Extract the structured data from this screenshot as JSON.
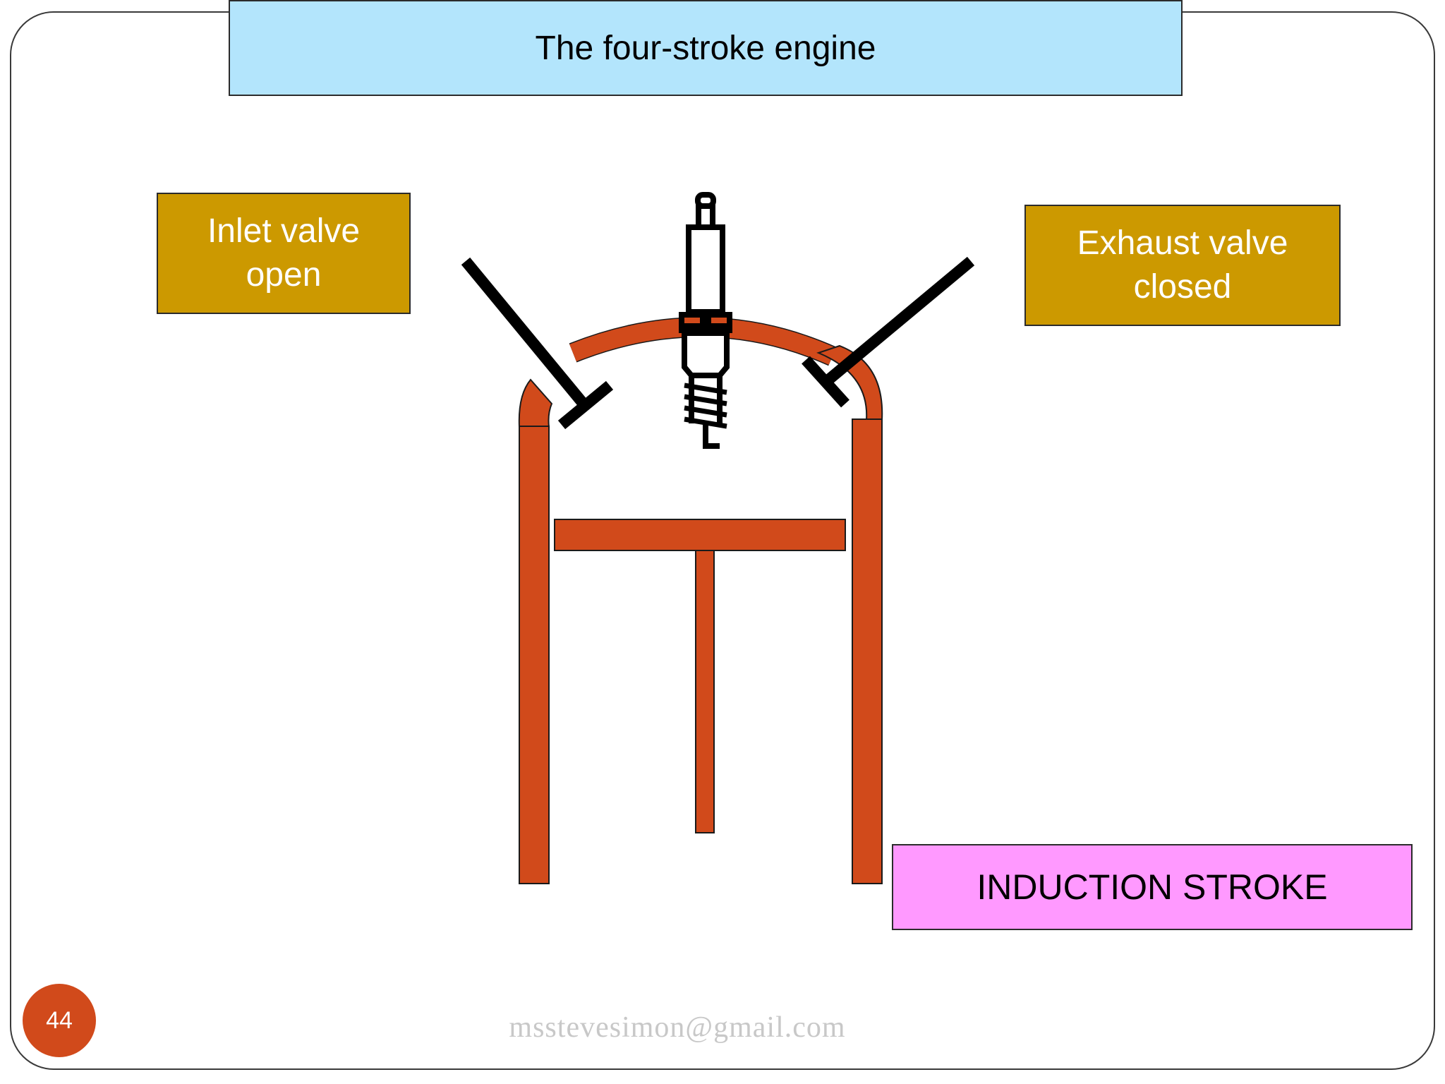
{
  "slide": {
    "title": "The four-stroke engine",
    "inlet_label": [
      "Inlet valve",
      "open"
    ],
    "exhaust_label": [
      "Exhaust valve",
      "closed"
    ],
    "stroke_label": "INDUCTION STROKE",
    "page_number": "44",
    "email": "msstevesimon@gmail.com"
  },
  "icons": {
    "spark_plug": "spark-plug-icon",
    "inlet_valve": "inlet-valve",
    "exhaust_valve": "exhaust-valve"
  },
  "colors": {
    "title_bg": "#b3e5fc",
    "label_bg": "#cc9900",
    "stroke_bg": "#ff99ff",
    "cylinder": "#d14a1b",
    "page_badge": "#d14a1b"
  }
}
